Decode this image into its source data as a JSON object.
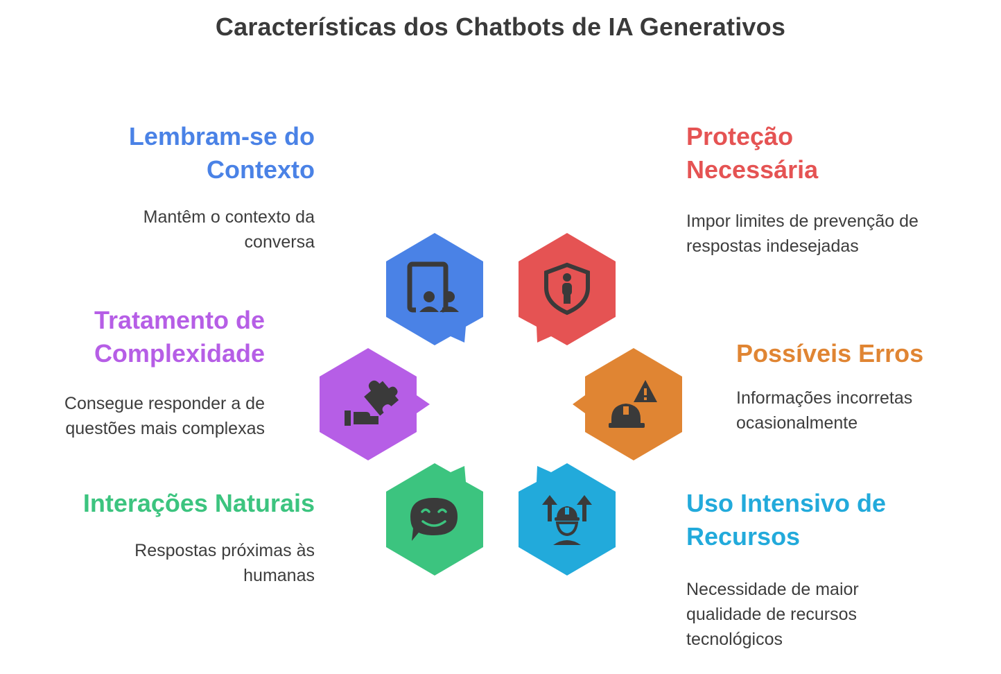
{
  "title": "Características dos Chatbots de IA Generativos",
  "items": [
    {
      "id": "context",
      "heading": "Lembram-se do Contexto",
      "description": "Mantêm o contexto da conversa",
      "color": "#4a82e6",
      "icon": "meeting-board-icon"
    },
    {
      "id": "protection",
      "heading": "Proteção Necessária",
      "description": "Impor limites de prevenção de respostas indesejadas",
      "color": "#e55353",
      "icon": "shield-person-icon"
    },
    {
      "id": "complexity",
      "heading": "Tratamento de Complexidade",
      "description": "Consegue responder a de questões mais complexas",
      "color": "#b65ee6",
      "icon": "puzzle-hand-icon"
    },
    {
      "id": "errors",
      "heading": "Possíveis Erros",
      "description": "Informações incorretas ocasionalmente",
      "color": "#e08533",
      "icon": "warning-hardhat-icon"
    },
    {
      "id": "natural",
      "heading": "Interações Naturais",
      "description": "Respostas próximas às humanas",
      "color": "#3cc47f",
      "icon": "smile-chat-icon"
    },
    {
      "id": "resources",
      "heading": "Uso Intensivo de Recursos",
      "description": "Necessidade de maior qualidade de recursos tecnológicos",
      "color": "#22aadb",
      "icon": "worker-arrows-icon"
    }
  ]
}
